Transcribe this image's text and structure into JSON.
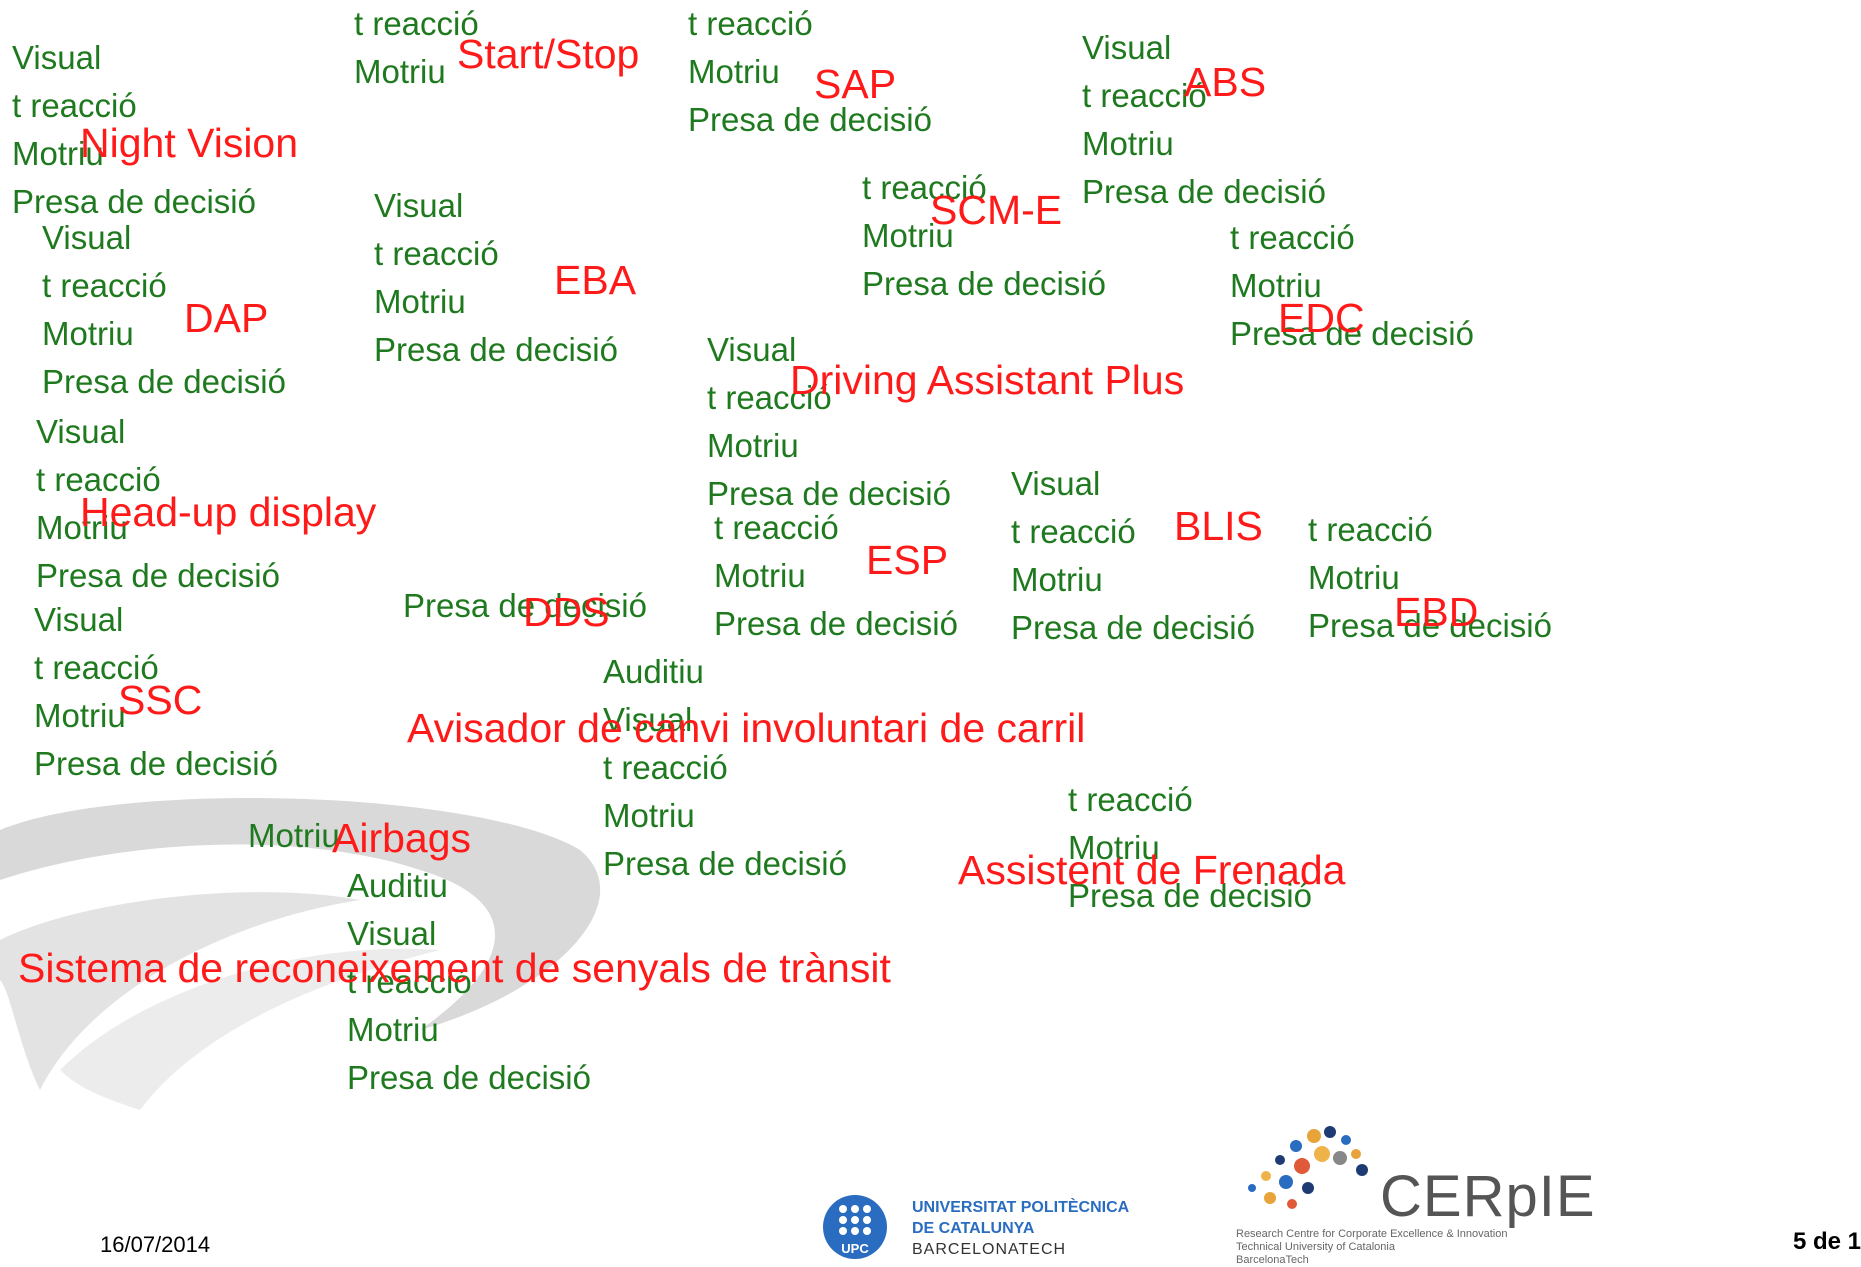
{
  "groups": [
    {
      "id": "g1",
      "lines": [
        "Visual",
        "t reacció",
        "Motriu",
        "Presa de decisió"
      ],
      "label": "Night Vision"
    },
    {
      "id": "g2",
      "lines": [
        "t reacció",
        "Motriu"
      ],
      "label": "Start/Stop"
    },
    {
      "id": "g3",
      "lines": [
        "t reacció",
        "Motriu",
        "Presa de decisió"
      ],
      "label": "SAP"
    },
    {
      "id": "g4",
      "lines": [
        "Visual",
        "t reacció",
        "Motriu",
        "Presa de decisió"
      ],
      "label": "ABS"
    },
    {
      "id": "g5",
      "lines": [
        "Visual",
        "t reacció",
        "Motriu",
        "Presa de decisió"
      ],
      "label": "DAP"
    },
    {
      "id": "g6",
      "lines": [
        "Visual",
        "t reacció",
        "Motriu",
        "Presa de decisió"
      ],
      "label": "EBA"
    },
    {
      "id": "g7",
      "lines": [
        "t reacció",
        "Motriu",
        "Presa de decisió"
      ],
      "label": "SCM-E"
    },
    {
      "id": "g8",
      "lines": [
        "t reacció",
        "Motriu",
        "Presa de decisió"
      ],
      "label": "EDC"
    },
    {
      "id": "g9",
      "lines": [
        "Visual",
        "t reacció",
        "Motriu",
        "Presa de decisió"
      ],
      "label": "Driving Assistant Plus"
    },
    {
      "id": "g10",
      "lines": [
        "Visual",
        "t reacció",
        "Motriu",
        "Presa de decisió"
      ],
      "label": "Head-up display"
    },
    {
      "id": "g11",
      "lines": [
        "t reacció",
        "Motriu",
        "Presa de decisió"
      ],
      "label": "ESP"
    },
    {
      "id": "g12",
      "lines": [
        "Visual",
        "t reacció",
        "Motriu",
        "Presa de decisió"
      ],
      "label": "BLIS"
    },
    {
      "id": "g13",
      "lines": [
        "t reacció",
        "Motriu",
        "Presa de decisió"
      ],
      "label": "EBD"
    },
    {
      "id": "g14",
      "lines": [
        "Presa de decisió"
      ],
      "label": "DDS"
    },
    {
      "id": "g15",
      "lines": [
        "Visual",
        "t reacció",
        "Motriu",
        "Presa de decisió"
      ],
      "label": "SSC"
    },
    {
      "id": "g16",
      "lines": [
        "Auditiu",
        "Visual",
        "t reacció",
        "Motriu",
        "Presa de decisió"
      ],
      "label": "Avisador de canvi involuntari de carril"
    },
    {
      "id": "g17",
      "lines": [
        "t reacció",
        "Motriu",
        "Presa de decisió"
      ],
      "label": "Assistent de Frenada"
    },
    {
      "id": "g18",
      "lines": [
        "Motriu"
      ],
      "label": "Airbags"
    },
    {
      "id": "g19",
      "lines": [
        "Auditiu",
        "Visual",
        "t reacció",
        "Motriu",
        "Presa de decisió"
      ],
      "label": "Sistema de reconeixement de senyals de trànsit"
    }
  ],
  "footer": {
    "date": "16/07/2014",
    "page": "5 de 1",
    "upc_line1": "UNIVERSITAT POLITÈCNICA",
    "upc_line2": "DE CATALUNYA",
    "upc_line3": "BARCELONATECH",
    "upc_badge": "UPC",
    "cerpie_name": "CERpIE",
    "cerpie_sub1": "Research Centre for Corporate Excellence & Innovation",
    "cerpie_sub2": "Technical University of Catalonia",
    "cerpie_sub3": "BarcelonaTech"
  },
  "colors": {
    "green": "#1f7a1f",
    "red": "#ff1a1a"
  }
}
